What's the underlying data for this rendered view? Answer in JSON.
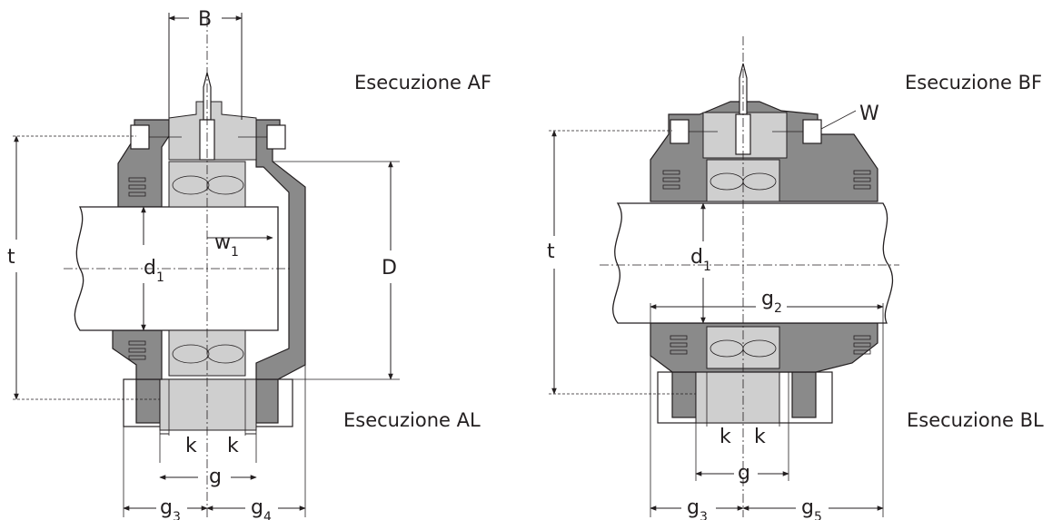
{
  "captions": {
    "af": "Esecuzione AF",
    "al": "Esecuzione AL",
    "bf": "Esecuzione BF",
    "bl": "Esecuzione BL"
  },
  "left": {
    "B": "B",
    "t": "t",
    "D": "D",
    "d": "d",
    "d_sub": "1",
    "w": "w",
    "w_sub": "1",
    "k1": "k",
    "k2": "k",
    "g": "g",
    "g3": "g",
    "g3_sub": "3",
    "g4": "g",
    "g4_sub": "4"
  },
  "right": {
    "W": "W",
    "t": "t",
    "d": "d",
    "d_sub": "1",
    "g2": "g",
    "g2_sub": "2",
    "k1": "k",
    "k2": "k",
    "g": "g",
    "g3": "g",
    "g3_sub": "3",
    "g5": "g",
    "g5_sub": "5"
  },
  "colors": {
    "ink": "#231f20",
    "housing": "#8a8a8a",
    "light": "#cfcfcf"
  }
}
